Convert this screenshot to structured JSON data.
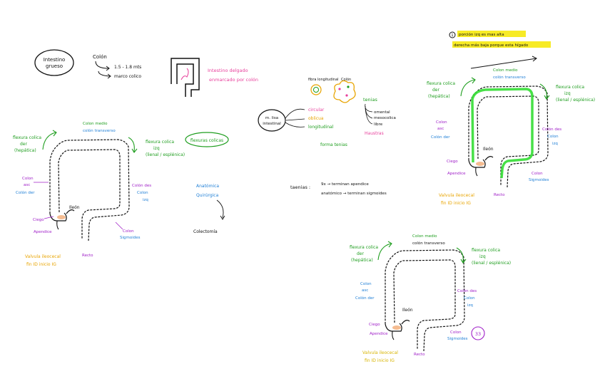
{
  "colors": {
    "ink": "#111111",
    "green": "#1f9e1f",
    "blue": "#1f7fd6",
    "purple": "#a020c8",
    "pink": "#e8409c",
    "orange": "#e8a400",
    "yellow": "#d8b400",
    "highlight_green": "#33dd33",
    "appendix": "#f2a66c"
  },
  "intro": {
    "title_line1": "Intestino",
    "title_line2": "grueso",
    "colon": "Colón",
    "length": "1.5 - 1.8 mts",
    "frame": "marco colico",
    "note_line1": "Intestino delgado",
    "note_line2": "enmarcado por colón"
  },
  "middle": {
    "fibers_label": "fibra longitudinal",
    "colon_label": "Colón",
    "circle_line1": "m. lisa",
    "circle_line2": "intestinal",
    "circular": "circular",
    "oblicua": "oblicua",
    "longitudinal": "longitudinal",
    "tenias_form": "forma tenias",
    "tenias": "tenias",
    "omental": "omental",
    "mesocolica": "mesocolica",
    "libre": "libre",
    "haustras": "Haustras",
    "tenias_colon": "taenias :",
    "formula_line1": "9x → terminan apendice",
    "formula_line2": "anatómico → terminan sigmoides"
  },
  "flexuras": {
    "badge": "flexuras colicas",
    "anatomica": "Anatómica",
    "quirurgica": "Quirúrgica",
    "colectomia": "Colectomía"
  },
  "top_note": {
    "num": "1",
    "line1": "porción izq es mas alta",
    "line2": "derecha más baja porque esta hígado"
  },
  "anatomy": {
    "colon_medio_1": "Colon medio",
    "colon_medio_2": "colón transverso",
    "flex_der_1": "flexura colica",
    "flex_der_2": "der",
    "flex_der_3": "(hepática)",
    "flex_izq_1": "flexura colica",
    "flex_izq_2": "izq",
    "flex_izq_3": "(lienal / esplénica)",
    "colon_asc_1": "Colon",
    "colon_asc_2": "asc",
    "colon_der": "Colón der",
    "colon_des_1": "Colón des",
    "colon_des_2": "Colon",
    "colon_des_3": "izq",
    "ileon": "Ileón",
    "ciego": "Ciego",
    "apendice": "Apendice",
    "colon_sig_1": "Colon",
    "colon_sig_2": "Sigmoides",
    "recto": "Recto",
    "valvula_1": "Valvula ileocecal",
    "valvula_2": "fin ID inicio IG"
  },
  "page_badge": "33"
}
